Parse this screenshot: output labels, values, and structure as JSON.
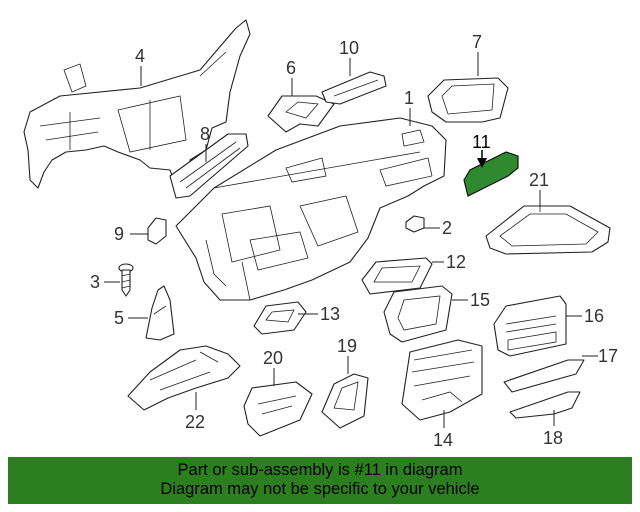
{
  "callouts": {
    "c1": "1",
    "c2": "2",
    "c3": "3",
    "c4": "4",
    "c5": "5",
    "c6": "6",
    "c7": "7",
    "c8": "8",
    "c9": "9",
    "c10": "10",
    "c11": "11",
    "c12": "12",
    "c13": "13",
    "c14": "14",
    "c15": "15",
    "c16": "16",
    "c17": "17",
    "c18": "18",
    "c19": "19",
    "c20": "20",
    "c21": "21",
    "c22": "22"
  },
  "highlight": {
    "part_number": "11",
    "color": "#2f8a2f"
  },
  "banner": {
    "line1": "Part or sub-assembly is #11 in diagram",
    "line2": "Diagram may not be specific to your vehicle",
    "background": "#2b7f1f"
  }
}
